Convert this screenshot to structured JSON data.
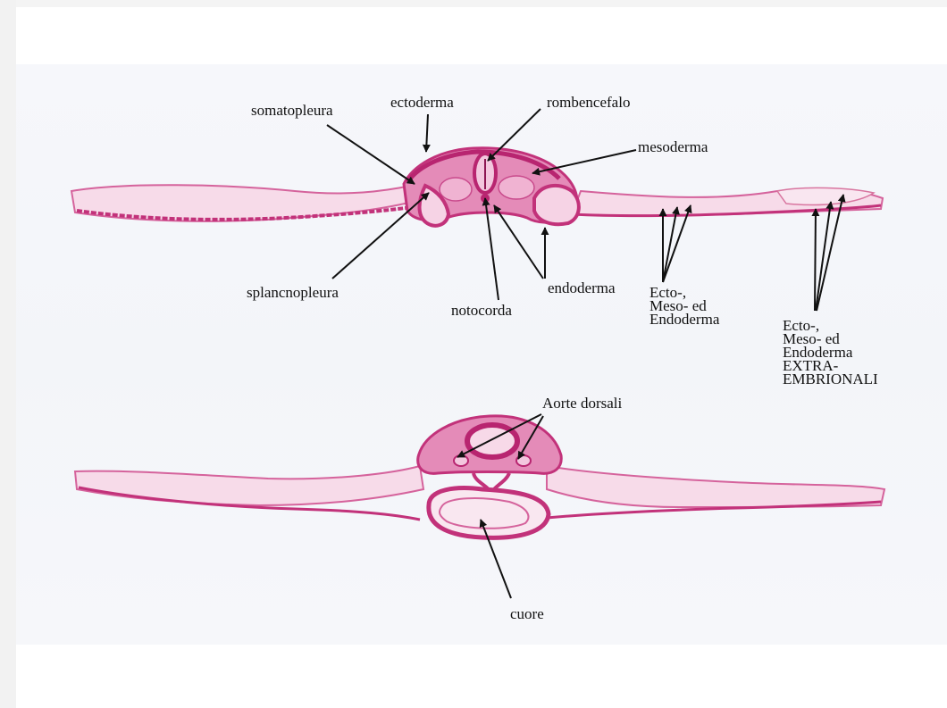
{
  "labels": {
    "somatopleura": "somatopleura",
    "ectoderma": "ectoderma",
    "rombencefalo": "rombencefalo",
    "mesoderma": "mesoderma",
    "splancnopleura": "splancnopleura",
    "notocorda": "notocorda",
    "endoderma": "endoderma",
    "germ_layers": [
      "Ecto-,",
      "Meso- ed",
      "Endoderma"
    ],
    "germ_layers_extra": [
      "Ecto-,",
      "Meso- ed",
      "Endoderma",
      "EXTRA-",
      "EMBRIONALI"
    ],
    "aorte_dorsali": "Aorte dorsali",
    "cuore": "cuore"
  },
  "colors": {
    "tissue_dark": "#c2327a",
    "tissue_mid": "#dd6fa6",
    "tissue_light": "#efb6d4",
    "background": "#f4f6f9",
    "arrow": "#111111"
  }
}
